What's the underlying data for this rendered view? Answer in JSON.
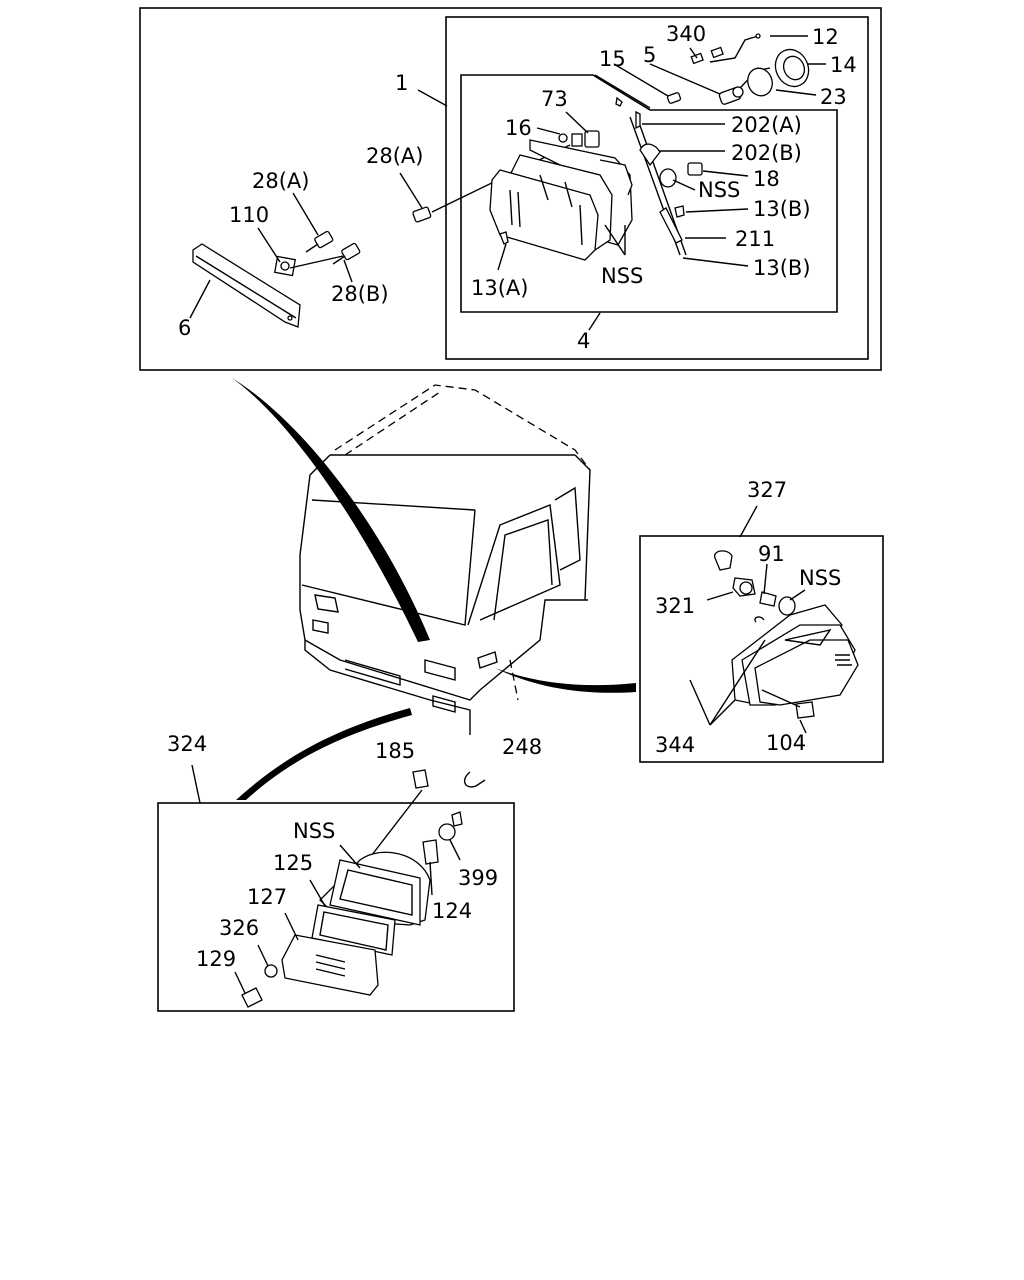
{
  "labels": {
    "l1": "1",
    "l340": "340",
    "l12": "12",
    "l15": "15",
    "l5": "5",
    "l14": "14",
    "l73": "73",
    "l23": "23",
    "l16": "16",
    "l202a": "202(A)",
    "l28a_top": "28(A)",
    "l202b": "202(B)",
    "nss_top": "NSS",
    "l18": "18",
    "l13b_1": "13(B)",
    "l28a_mid": "28(A)",
    "l110": "110",
    "l211": "211",
    "l13b_2": "13(B)",
    "nss_lamp": "NSS",
    "l13a": "13(A)",
    "l28b": "28(B)",
    "l6": "6",
    "l4": "4",
    "l327": "327",
    "l91": "91",
    "nss_327": "NSS",
    "l321": "321",
    "l344": "344",
    "l104": "104",
    "l324": "324",
    "l185": "185",
    "l248": "248",
    "nss_324": "NSS",
    "l125": "125",
    "l399": "399",
    "l127": "127",
    "l124": "124",
    "l326": "326",
    "l129": "129"
  }
}
